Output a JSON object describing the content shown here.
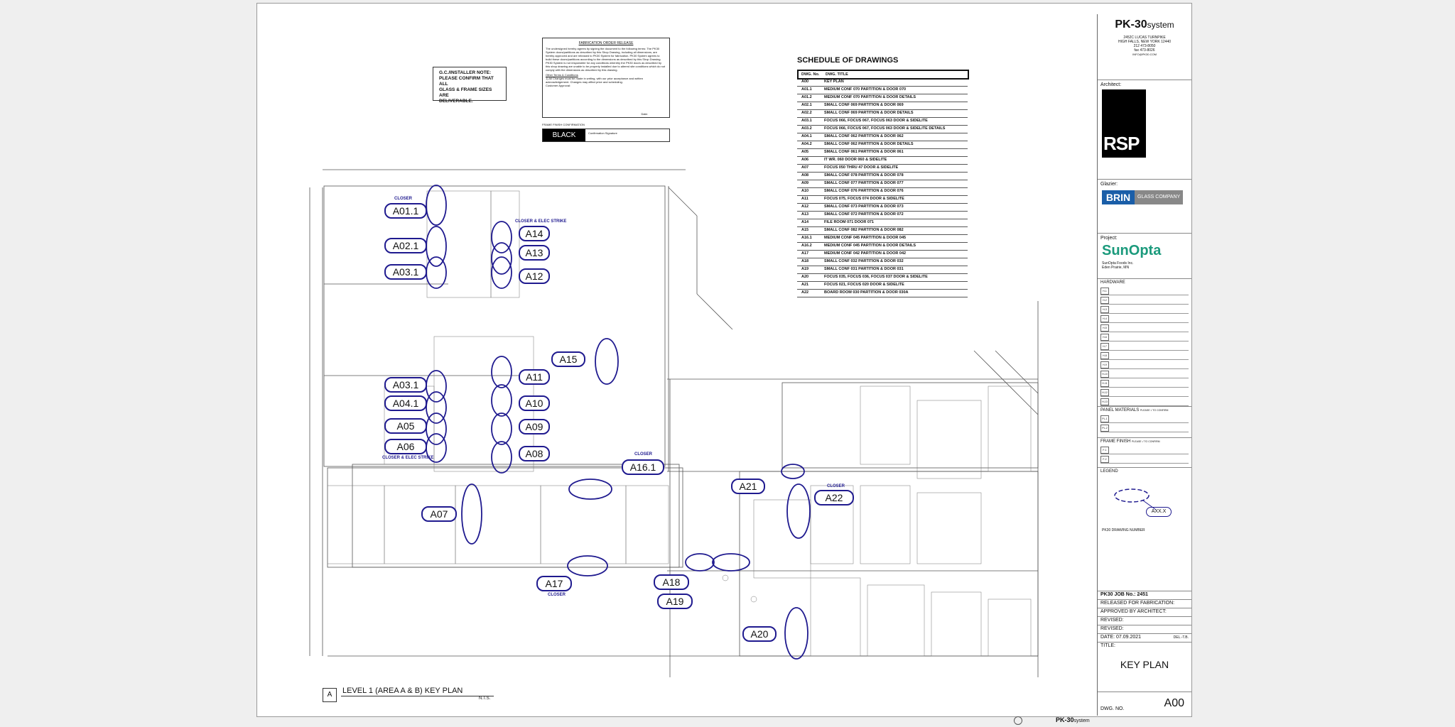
{
  "installer_note": "G.C./INSTALLER NOTE:\nPLEASE CONFIRM THAT ALL\nGLASS & FRAME SIZES ARE\nDELIVERABLE.",
  "release": {
    "title": "FABRICATION ORDER RELEASE",
    "body": "The undersigned hereby agrees by signing the document to the following terms: The PK30 System doors/partitions as described by this Shop Drawing, including all dimensions, are hereby approved and are released to PK30 System for fabrication. PK30 System agrees to build these doors/partitions according to the dimensions as described by this Shop Drawing. PK30 System is not responsible for any conditions whereby the PK30 doors as described by this shop drawing are unable to be properly installed due to altered site conditions which do not comply with the dimensions as described by this drawing.",
    "other_terms": "Other Terms & Conditions",
    "other_body": "1) All Changes must be made in writing, with our prior acceptance and written acknowledgement. Changes may affect price and scheduling.",
    "customer": "Customer Approval:",
    "date": "Date:",
    "finish_label": "FRAME FINISH CONFIRMATION",
    "finish_value": "BLACK",
    "finish_sig": "Confirmation Signature"
  },
  "schedule": {
    "title": "SCHEDULE OF DRAWINGS",
    "col_no": "DWG. No.",
    "col_title": "DWG. TITLE",
    "rows": [
      {
        "no": "A00",
        "title": "KEY PLAN"
      },
      {
        "no": "A01.1",
        "title": "MEDIUM CONF 070 PARTITION & DOOR 070"
      },
      {
        "no": "A01.2",
        "title": "MEDIUM CONF 070 PARTITION & DOOR DETAILS"
      },
      {
        "no": "A02.1",
        "title": "SMALL CONF 069 PARTITION & DOOR 069"
      },
      {
        "no": "A02.2",
        "title": "SMALL CONF 069 PARTITION & DOOR DETAILS"
      },
      {
        "no": "A03.1",
        "title": "FOCUS 066, FOCUS 067, FOCUS 063 DOOR & SIDELITE"
      },
      {
        "no": "A03.2",
        "title": "FOCUS 066, FOCUS 067, FOCUS 063 DOOR & SIDELITE  DETAILS"
      },
      {
        "no": "A04.1",
        "title": "SMALL CONF 062 PARTITION & DOOR 062"
      },
      {
        "no": "A04.2",
        "title": "SMALL CONF 062 PARTITION & DOOR DETAILS"
      },
      {
        "no": "A05",
        "title": "SMALL CONF 061 PARTITION & DOOR 061"
      },
      {
        "no": "A06",
        "title": "IT WR. 060 DOOR 060 & SIDELITE"
      },
      {
        "no": "A07",
        "title": "FOCUS 050 THRU 47 DOOR & SIDELITE"
      },
      {
        "no": "A08",
        "title": "SMALL CONF 078 PARTITION & DOOR 078"
      },
      {
        "no": "A09",
        "title": "SMALL CONF 077 PARTITION & DOOR 077"
      },
      {
        "no": "A10",
        "title": "SMALL CONF 076 PARTITION & DOOR 076"
      },
      {
        "no": "A11",
        "title": "FOCUS 075, FOCUS 074 DOOR & SIDELITE"
      },
      {
        "no": "A12",
        "title": "SMALL CONF 073 PARTITION & DOOR 073"
      },
      {
        "no": "A13",
        "title": "SMALL CONF 072 PARTITION & DOOR 072"
      },
      {
        "no": "A14",
        "title": "FILE ROOM 071 DOOR 071"
      },
      {
        "no": "A15",
        "title": "SMALL CONF 082 PARTITION & DOOR 082"
      },
      {
        "no": "A16.1",
        "title": "MEDIUM CONF 045 PARTITION & DOOR 045"
      },
      {
        "no": "A16.2",
        "title": "MEDIUM CONF 045 PARTITION & DOOR DETAILS"
      },
      {
        "no": "A17",
        "title": "MEDIUM CONF 042 PARTITION & DOOR 042"
      },
      {
        "no": "A18",
        "title": "SMALL CONF 032 PARTITION & DOOR 032"
      },
      {
        "no": "A19",
        "title": "SMALL CONF 031 PARTITION & DOOR 031"
      },
      {
        "no": "A20",
        "title": "FOCUS 035, FOCUS 036, FOCUS 037 DOOR & SIDELITE"
      },
      {
        "no": "A21",
        "title": "FOCUS 021, FOCUS 020 DOOR & SIDELITE"
      },
      {
        "no": "A22",
        "title": "BOARD ROOM 030 PARTITION & DOOR 030A"
      }
    ]
  },
  "tags": [
    "A01.1",
    "A02.1",
    "A03.1",
    "A14",
    "A13",
    "A12",
    "A15",
    "A03.1",
    "A04.1",
    "A05",
    "A06",
    "A11",
    "A10",
    "A09",
    "A08",
    "A16.1",
    "A07",
    "A21",
    "A22",
    "A17",
    "A18",
    "A19",
    "A20"
  ],
  "notes": {
    "closer1": "CLOSER",
    "closer_elec1": "CLOSER & ELEC STRIKE",
    "closer_elec2": "CLOSER & ELEC STRIKE",
    "closer2": "CLOSER",
    "closer3": "CLOSER",
    "closer4": "CLOSER"
  },
  "plan_label": {
    "letter": "A",
    "title": "LEVEL 1 (AREA A & B) KEY PLAN",
    "scale": "N.T.S."
  },
  "titleblock": {
    "brand": "PK-30",
    "brand_suffix": "system",
    "address1": "2452C LUCAS TURNPIKE",
    "address2": "HIGH FALLS, NEW YORK 12440",
    "phone": "212 473-8050",
    "fax": "fax 473-8026",
    "email": "INFO@PK30.COM",
    "architect_label": "Architect:",
    "architect_logo": "RSP",
    "glazier_label": "Glazier:",
    "glazier_name": "BRIN",
    "glazier_sub": "GLASS COMPANY",
    "project_label": "Project:",
    "project_name": "SunOpta",
    "project_sub": "SunOpta Foods Inc.\nEden Prairie, MN",
    "hardware_label": "HARDWARE",
    "hardware_codes": [
      "H-1",
      "H-2",
      "H-3",
      "H-4",
      "H-5",
      "H-6",
      "H-7",
      "H-8",
      "H-9",
      "H-10",
      "H-11",
      "H-12",
      "H-13"
    ],
    "panel_label": "PANEL MATERIALS",
    "panel_hint": "PLEASE √ TO CONFIRM",
    "panel_codes": [
      "PL-1",
      "PL-2"
    ],
    "finish_label": "FRAME FINISH",
    "finish_hint": "PLEASE √ TO CONFIRM",
    "finish_codes": [
      "F-1",
      "F-2"
    ],
    "legend_label": "LEGEND",
    "legend_tag": "AXX.X",
    "legend_caption": "PK30 DRAWING NUMBER",
    "job": "PK30 JOB No.: 2451",
    "released": "RELEASED FOR FABRICATION:",
    "approved": "APPROVED BY ARCHITECT:",
    "revised1": "REVISED:",
    "revised2": "REVISED:",
    "date": "DATE: 07.09.2021",
    "del": "DEL.-T.B.",
    "title_label": "TITLE:",
    "title_value": "KEY PLAN",
    "dwg_label": "DWG. NO.",
    "dwg_value": "A00"
  },
  "footer_brand": "PK-30",
  "footer_suffix": "system"
}
